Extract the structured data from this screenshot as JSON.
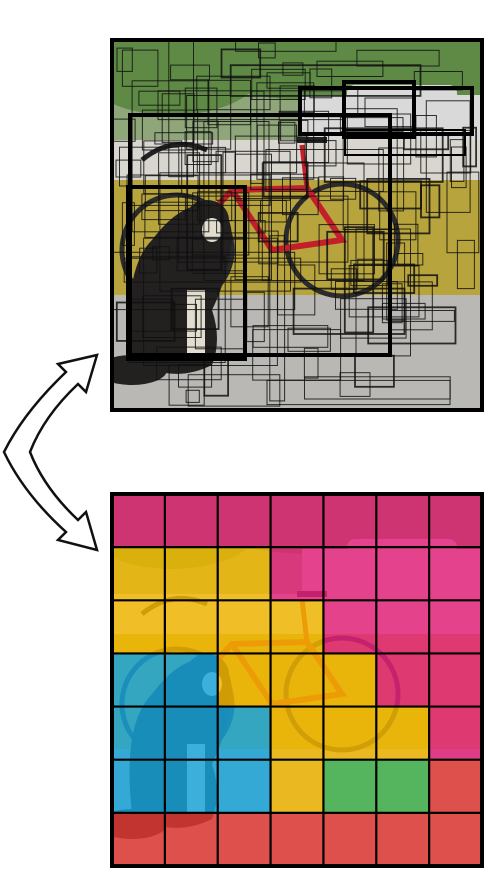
{
  "figure": {
    "panels": [
      "bounding-box-predictions",
      "class-probability-map"
    ],
    "arrow": "double-headed-curved-arrow"
  },
  "photo": {
    "objects": [
      "dog",
      "bicycle",
      "car"
    ],
    "palette": {
      "sky": "#8fa67a",
      "foliage": "#5f8a46",
      "wall": "#b8a43c",
      "porch_floor": "#b9b8b4",
      "dog_dark": "#232020",
      "dog_light": "#e3ddd0",
      "bike_frame": "#c41e2a",
      "tire": "#2b2b2b",
      "car": "#d9d9d9"
    }
  },
  "class_map": {
    "rows": 7,
    "cols": 7,
    "colors": {
      "car": "#e8217c",
      "bicycle": "#f5b800",
      "dog": "#17a6dc",
      "dining_table": "#e53935",
      "other": "#3fb54a"
    },
    "grid": [
      [
        "car",
        "car",
        "car",
        "car",
        "car",
        "car",
        "car"
      ],
      [
        "bicycle",
        "bicycle",
        "bicycle",
        "car",
        "car",
        "car",
        "car"
      ],
      [
        "bicycle",
        "bicycle",
        "bicycle",
        "bicycle",
        "car",
        "car",
        "car"
      ],
      [
        "dog",
        "dog",
        "bicycle",
        "bicycle",
        "bicycle",
        "car",
        "car"
      ],
      [
        "dog",
        "dog",
        "dog",
        "bicycle",
        "bicycle",
        "bicycle",
        "car"
      ],
      [
        "dog",
        "dog",
        "dog",
        "bicycle",
        "other",
        "other",
        "dining_table"
      ],
      [
        "dining_table",
        "dining_table",
        "dining_table",
        "dining_table",
        "dining_table",
        "dining_table",
        "dining_table"
      ]
    ]
  }
}
